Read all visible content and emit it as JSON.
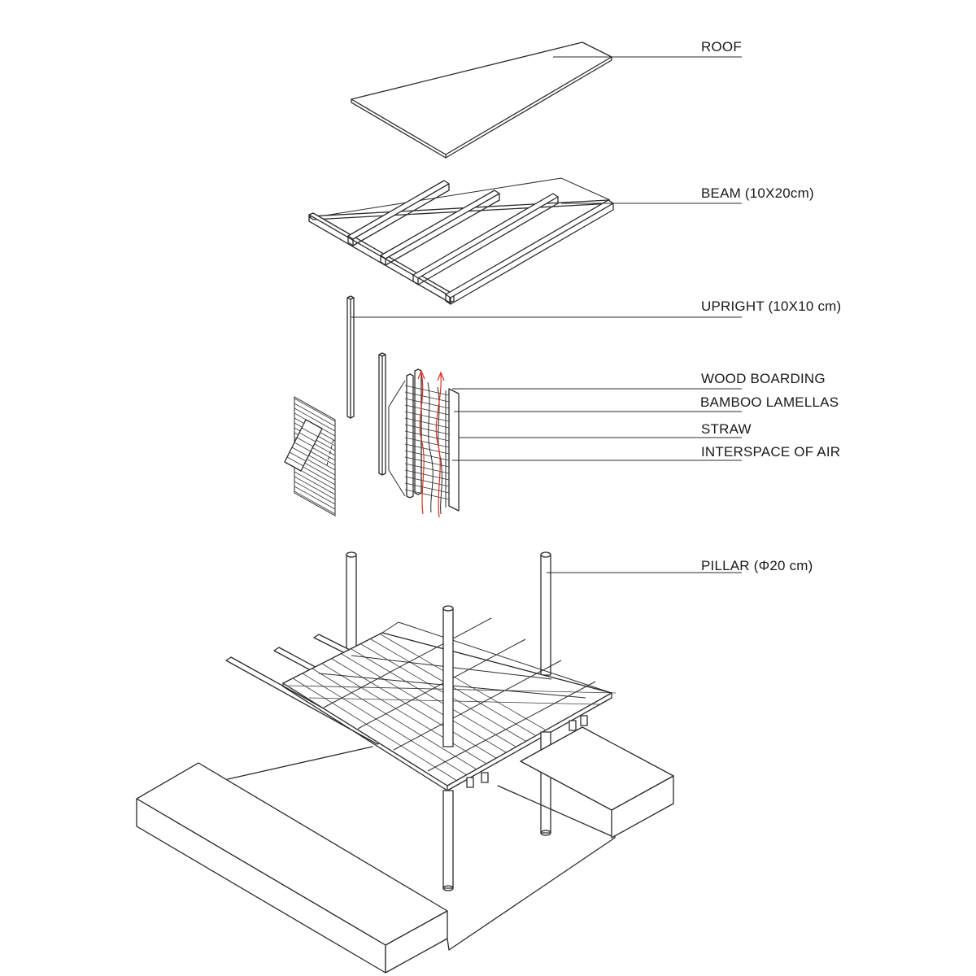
{
  "labels": {
    "roof": "ROOF",
    "beam": "BEAM (10X20cm)",
    "upright": "UPRIGHT (10X10 cm)",
    "wood_boarding": "WOOD BOARDING",
    "bamboo_lamellas": "BAMBOO LAMELLAS",
    "straw": "STRAW",
    "interspace_of_air": "INTERSPACE OF AIR",
    "pillar": "PILLAR (Φ20 cm)"
  },
  "colors": {
    "line": "#2b2b2b",
    "airflow": "#d9301f",
    "background": "#ffffff"
  }
}
